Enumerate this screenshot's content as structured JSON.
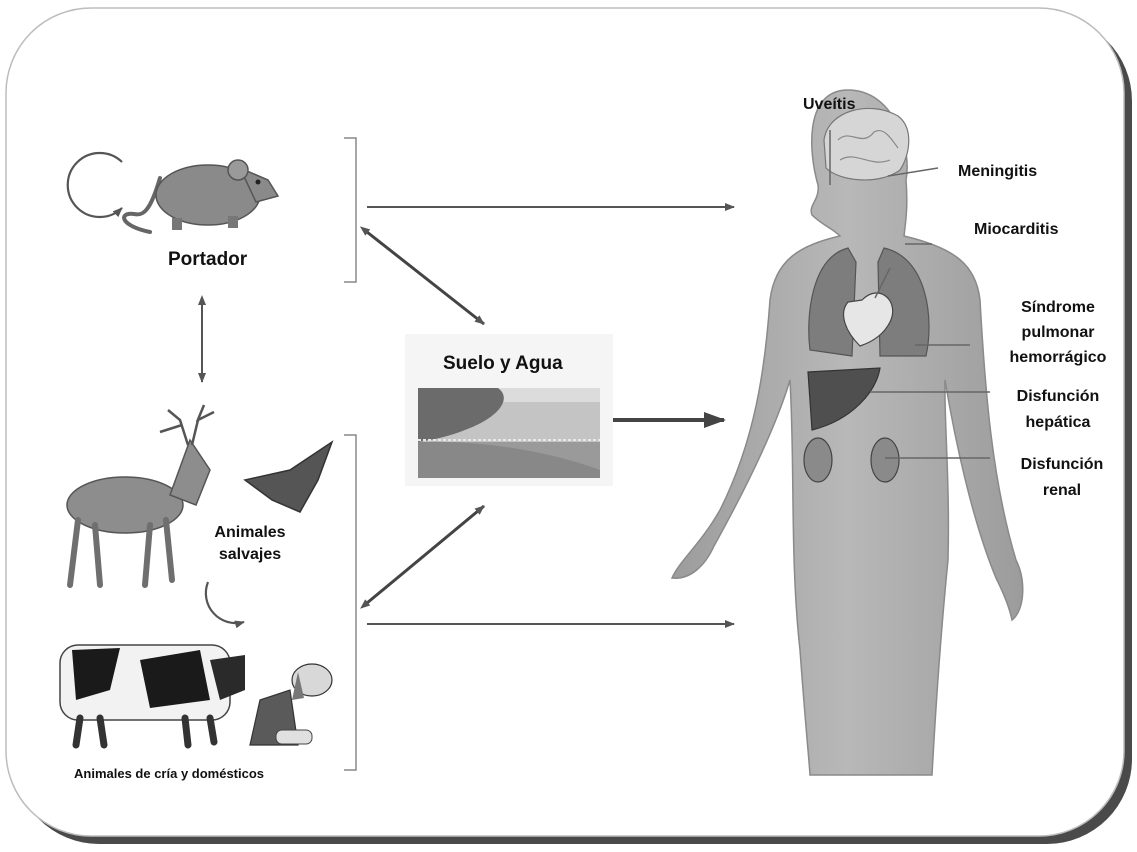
{
  "source": {
    "carrier_label": "Portador",
    "wild_label_line1": "Animales",
    "wild_label_line2": "salvajes",
    "domestic_label": "Animales de cría y domésticos"
  },
  "environment": {
    "label": "Suelo y Agua"
  },
  "human": {
    "conditions": {
      "uveitis": "Uveítis",
      "meningitis": "Meningitis",
      "myocarditis": "Miocarditis",
      "pulmonary_line1": "Síndrome",
      "pulmonary_line2": "pulmonar",
      "pulmonary_line3": "hemorrágico",
      "hepatic_line1": "Disfunción",
      "hepatic_line2": "hepática",
      "renal_line1": "Disfunción",
      "renal_line2": "renal"
    }
  },
  "colors": {
    "frame_border": "#bdbdbd",
    "frame_shadow": "#4a4a4a",
    "arrow": "#555555",
    "body_fill": "#a9a9a9",
    "organ_fill": "#7d7d7d",
    "liver_fill": "#4f4f4f",
    "soil": "#6b6b6b",
    "water": "#c4c4c4"
  }
}
